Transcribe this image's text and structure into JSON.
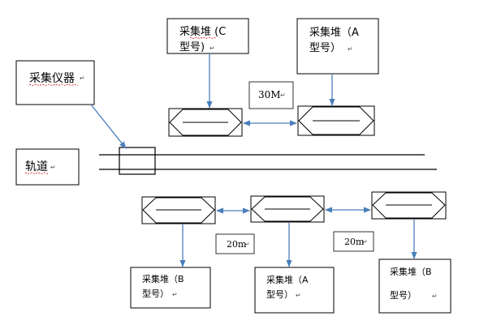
{
  "boxes": {
    "instrument": "采集仪器",
    "track": "轨道",
    "pile_c_line1": "采集堆 (C",
    "pile_c_line2": "型号)",
    "pile_a_top_line1": "采集堆（A",
    "pile_a_top_line2": "型号）",
    "pile_b_left_line1": "采集堆（B",
    "pile_b_left_line2": "型号）",
    "pile_a_bottom_line1": "采集堆（A",
    "pile_a_bottom_line2": "型号）",
    "pile_b_right_line1": "采集堆（B",
    "pile_b_right_line2": "型号）"
  },
  "distances": {
    "top": "30M",
    "bottom_left": "20m",
    "bottom_right": "20m"
  },
  "paragraph_mark": "↵"
}
